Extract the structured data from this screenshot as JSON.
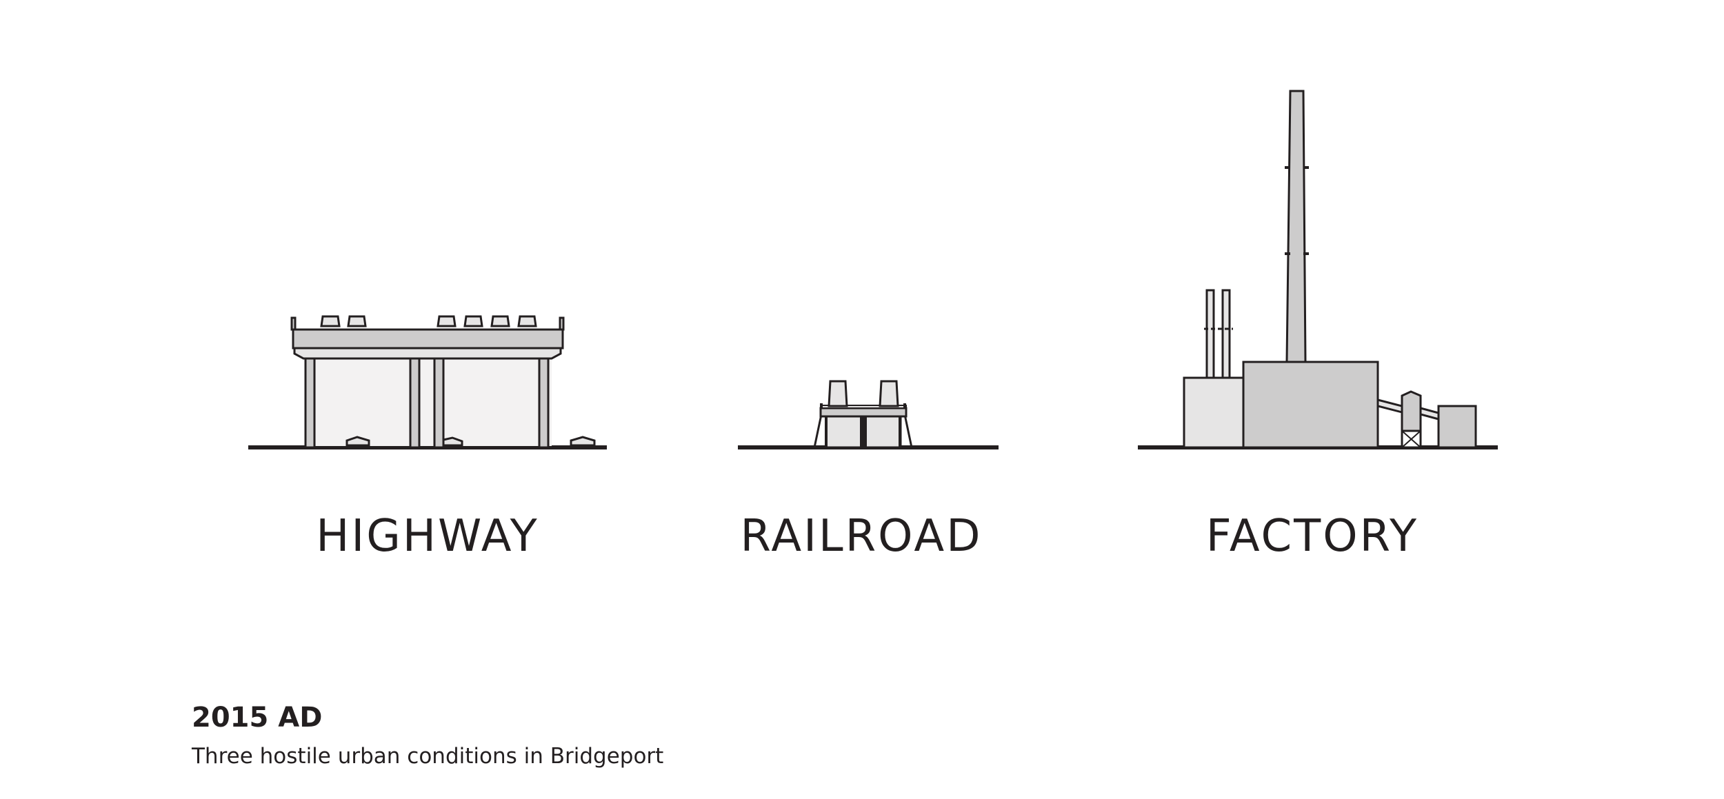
{
  "labels": {
    "highway": "HIGHWAY",
    "railroad": "RAILROAD",
    "factory": "FACTORY"
  },
  "caption": {
    "title": "2015 AD",
    "subtitle": "Three hostile urban conditions in Bridgeport"
  },
  "colors": {
    "stroke": "#231f20",
    "fill_mid": "#cdcccc",
    "fill_light": "#e6e5e5",
    "background": "#ffffff"
  },
  "icons": [
    "highway-illustration",
    "railroad-illustration",
    "factory-illustration"
  ]
}
